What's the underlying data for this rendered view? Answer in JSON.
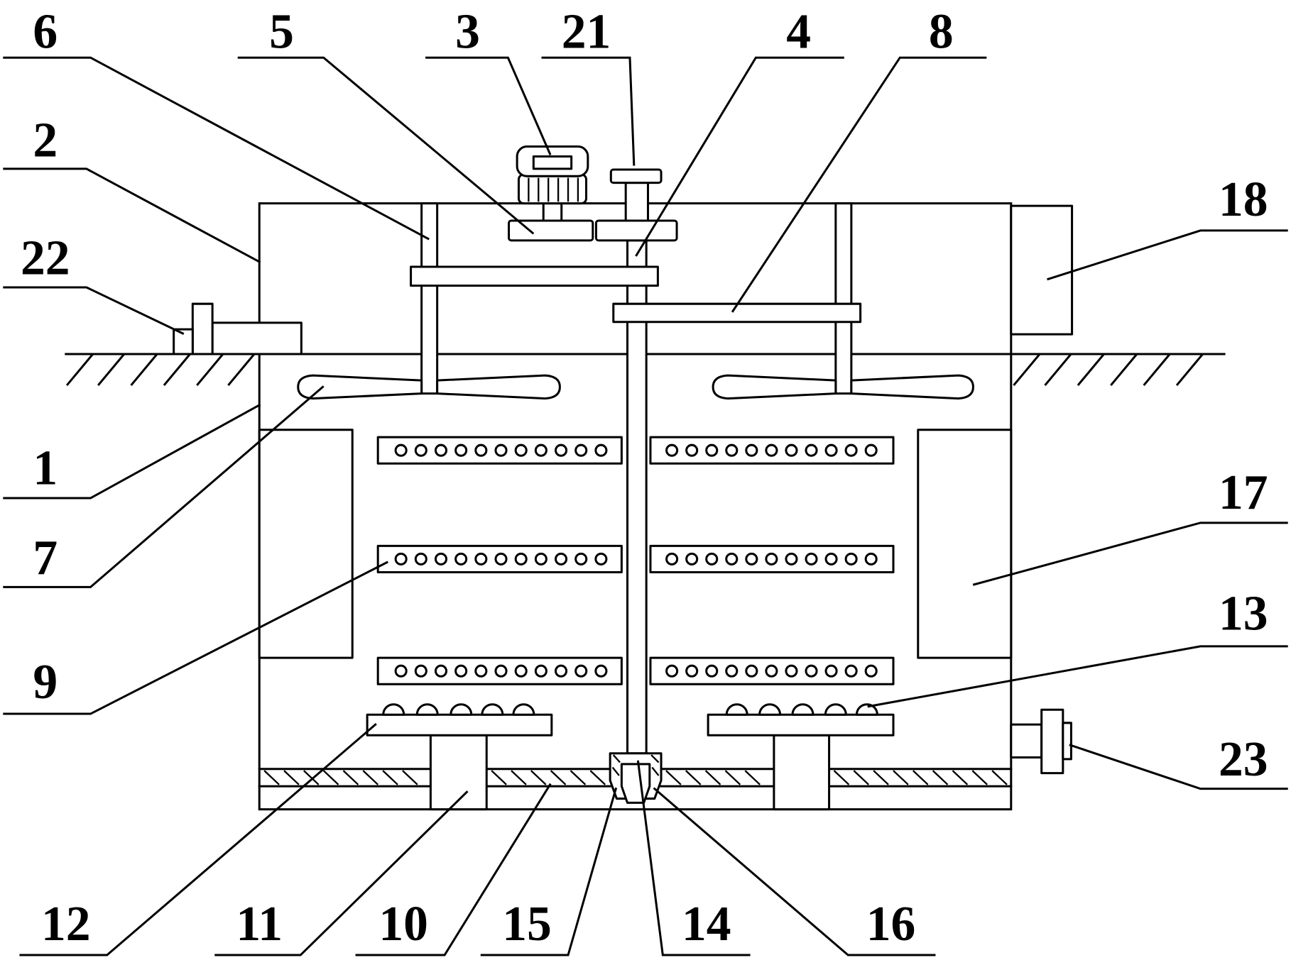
{
  "callouts": {
    "n1": "1",
    "n2": "2",
    "n3": "3",
    "n4": "4",
    "n5": "5",
    "n6": "6",
    "n7": "7",
    "n8": "8",
    "n9": "9",
    "n10": "10",
    "n11": "11",
    "n12": "12",
    "n13": "13",
    "n14": "14",
    "n15": "15",
    "n16": "16",
    "n17": "17",
    "n18": "18",
    "n21": "21",
    "n22": "22",
    "n23": "23"
  },
  "colors": {
    "line": "#000000",
    "background": "#ffffff"
  }
}
